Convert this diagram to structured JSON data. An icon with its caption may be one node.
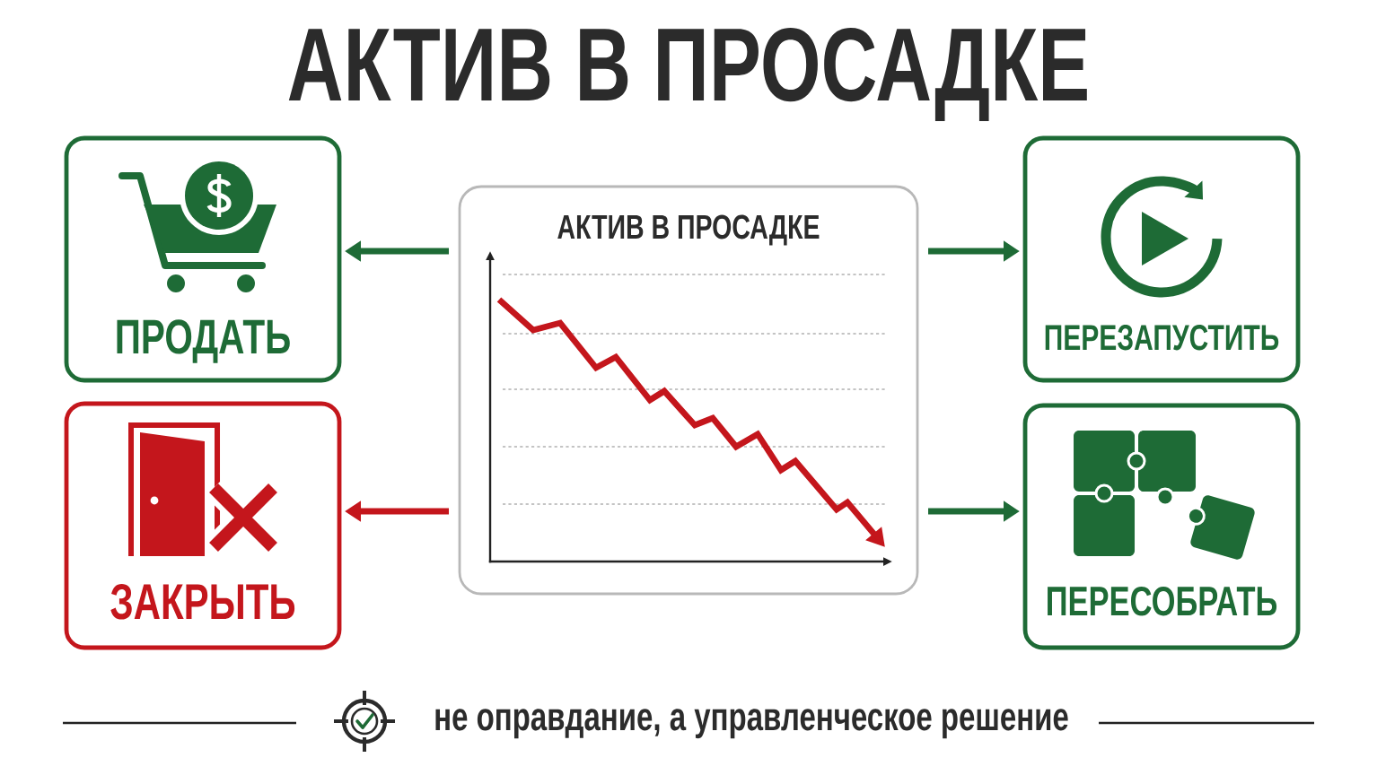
{
  "diagram": {
    "title": "АКТИВ В ПРОСАДКЕ",
    "nodes": [
      {
        "text": [
          "ПРОДАТЬ"
        ]
      },
      {
        "text": [
          "АКТИВ В ПРОСАДКЕ"
        ]
      },
      {
        "text": [
          "ПЕРЕЗАПУСТИТЬ"
        ]
      },
      {
        "text": [
          "ЗАКРЫТЬ"
        ]
      },
      {
        "text": [
          "ПЕРЕСОБРАТЬ"
        ]
      }
    ],
    "edges": [
      {
        "from": 1,
        "to": 0,
        "arrow": "to"
      },
      {
        "from": 1,
        "to": 2,
        "arrow": "to"
      },
      {
        "from": 1,
        "to": 3,
        "arrow": "to",
        "color": "#c4161c"
      },
      {
        "from": 1,
        "to": 4,
        "arrow": "to"
      }
    ],
    "labels": [
      "не оправдание, а управленческое решение"
    ]
  }
}
